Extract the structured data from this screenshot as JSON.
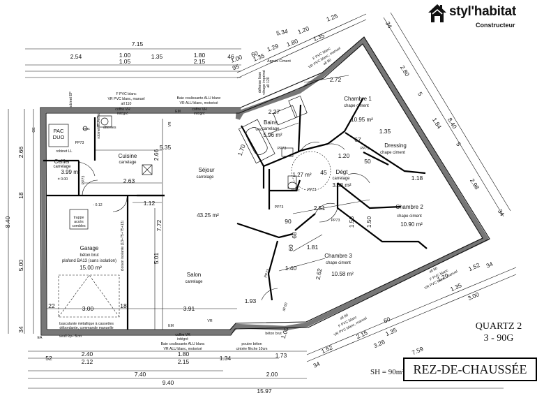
{
  "brand": {
    "name": "styl'habitat",
    "tagline": "Constructeur"
  },
  "model": {
    "line1": "QUARTZ 2",
    "line2": "3 - 90G"
  },
  "surface": "SH = 90m²",
  "level": "REZ-DE-CHAUSSÉE",
  "rooms": {
    "cellier": {
      "name": "Cellier",
      "floor": "carrelage",
      "area": "3.99 m²"
    },
    "cuisine": {
      "name": "Cuisine",
      "floor": "carrelage"
    },
    "sejour": {
      "name": "Séjour",
      "floor": "carrelage",
      "area": "43.25 m²"
    },
    "salon": {
      "name": "Salon",
      "floor": "carrelage"
    },
    "garage": {
      "name": "Garage",
      "floor": "béton brut",
      "ceiling": "plafond BA13 (sans isolation)",
      "area": "15.00 m²"
    },
    "bains": {
      "name": "Bains",
      "floor": "carrelage",
      "area": "5.96 m²"
    },
    "wc": {
      "area": "1.27 m²"
    },
    "dgt": {
      "name": "Dégt",
      "floor": "carrelage",
      "area": "3.38 m²"
    },
    "ch1": {
      "name": "Chambre 1",
      "floor": "chape ciment",
      "area": "10.95 m²"
    },
    "dressing": {
      "name": "Dressing",
      "floor": "chape ciment"
    },
    "ch2": {
      "name": "Chambre 2",
      "floor": "chape ciment",
      "area": "10.90 m²"
    },
    "ch3": {
      "name": "Chambre 3",
      "floor": "chape ciment",
      "area": "10.58 m²"
    }
  },
  "annotations": {
    "pac": "PAC",
    "duo": "DUO",
    "pp73": "PP73",
    "vmc": "vmc",
    "robinet_ef": "robinet EF",
    "robinet_ll": "robinet LL",
    "robinet_eu": "robinet EU/ef/ec",
    "attentes": "attentes",
    "level_000": "± 0.00",
    "level_012": "- 0.12",
    "trappe1": "trappe",
    "trappe2": "accès",
    "trappe3": "combles",
    "cloison": "cloison isolante (13+75+75+13)",
    "porte_garage1": "basculante métallique à cassettes",
    "porte_garage2": "débordante, commande manuelle",
    "seuil": "seuil ép= 6cm",
    "window_cuisine1": "F PVC blanc",
    "window_cuisine2": "VR PVC blanc, manuel",
    "window_cuisine3": "all 110",
    "coffre1": "coffre VR",
    "coffre2": "intégré",
    "baie_top1": "Baie coulissante ALU  blanc",
    "baie_top2": "VR ALU  blanc, motorisé",
    "baie_bottom1": "Baie coulissante ALU  blanc",
    "baie_bottom2": "VR ALU  blanc, motorisé",
    "appuis": "Appuis Ciment",
    "defense1": "défense lisse",
    "defense2": "vitrage imprimé",
    "defense3": "all 120",
    "win_ch1_1": "F PVC blanc",
    "win_ch1_2": "VR PVC blanc, manuel",
    "win_ch2_1": "F PVC blanc",
    "win_ch2_2": "VR PVC blanc, manuel",
    "win_ch3_1": "F PVC blanc",
    "win_ch3_2": "VR PVC blanc, manuel",
    "all60": "all 60",
    "all80": "all 80",
    "beton_brut": "béton brut",
    "poutre1": "poutre béton",
    "poutre2": "cintrée flèche 10cm",
    "em": "EM",
    "vr": "VR",
    "ee": "EE",
    "ge": "GE",
    "ea": "EA"
  },
  "dims": {
    "top_total": "7.15",
    "top_row1": [
      "2.54",
      "1.00",
      "1.35",
      "1.80",
      "46"
    ],
    "top_row2": [
      "1.05",
      "2.15"
    ],
    "left_total": "8.40",
    "left_row": [
      "2.66",
      "18",
      "5.00",
      "34"
    ],
    "inner": {
      "d535": "5.35",
      "d263": "2.63",
      "d112": "1.12",
      "d772": "7.72",
      "d501": "5.01",
      "d300": "3.00",
      "d391": "3.91",
      "d22a": "22",
      "d18a": "18",
      "d18b": "18",
      "d266": "2.66",
      "d227": "2.27",
      "d120": "1.20",
      "d272": "2.72",
      "d67": "67",
      "d135": "1.35",
      "d118": "1.18",
      "d50": "50",
      "d251": "2.51",
      "d158": "1.58",
      "d150": "1.50",
      "d181": "1.81",
      "d140": "1.40",
      "d262": "2.62",
      "d193": "1.93",
      "d100": "1.00",
      "d90": "90",
      "d45": "45",
      "d170": "1.70",
      "d60": "60",
      "d68": "68",
      "d5": "5"
    },
    "bottom_row1": [
      "52",
      "2.40",
      "1.80",
      "1.34",
      "1.73"
    ],
    "bottom_row2": [
      "2.12",
      "2.15"
    ],
    "bottom_740": "7.40",
    "bottom_200": "2.00",
    "bottom_940": "9.40",
    "bottom_total": "15.97",
    "ne_total": "5.34",
    "ne_row1": [
      "1.00",
      "60",
      "1.29",
      "1.20",
      "1.35",
      "1.25"
    ],
    "ne_row2": [
      "95",
      "1.35",
      "1.80"
    ],
    "ne_34": "34",
    "e_total": "8.40",
    "e_row": [
      "2.80",
      "1.84",
      "2.98",
      "34",
      "5"
    ],
    "se_total": "7.59",
    "se_row1": [
      "34",
      "1.52",
      "2.15",
      "60",
      "1.35",
      "1.52",
      "34"
    ],
    "se_row2": [
      "1.20",
      "1.35",
      "3.00",
      "3.26"
    ]
  }
}
